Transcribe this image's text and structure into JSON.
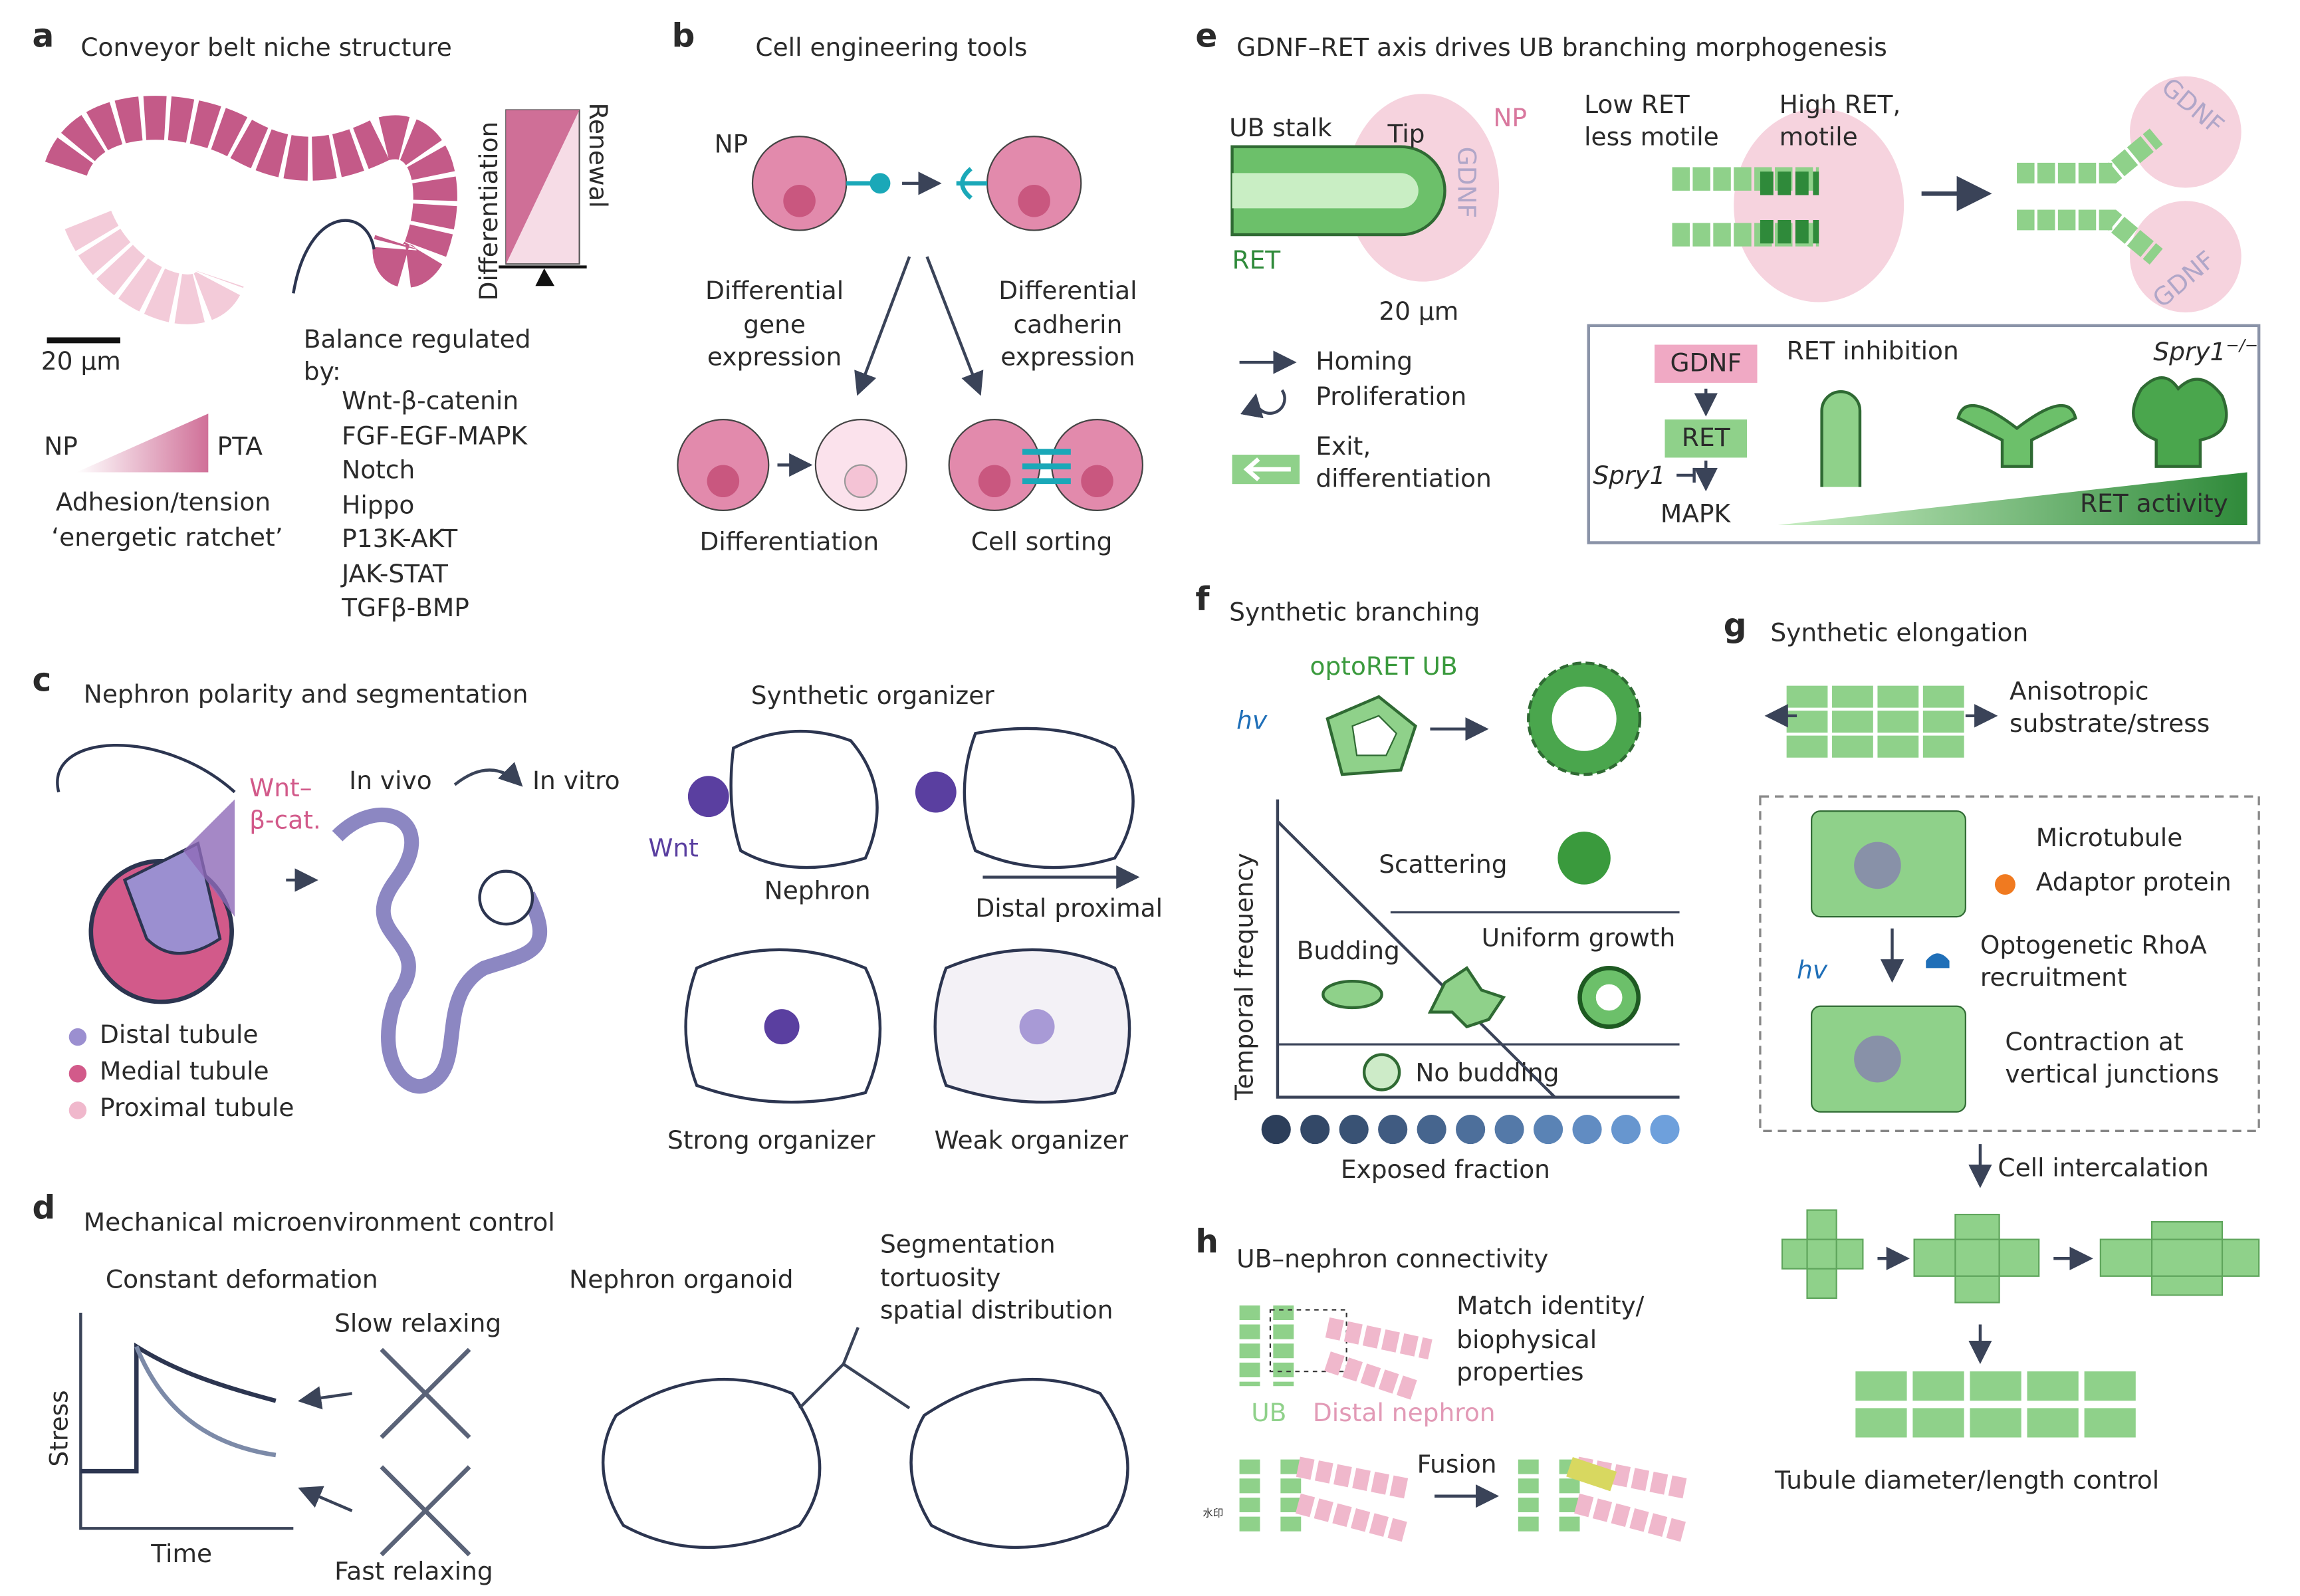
{
  "panels": {
    "a": {
      "letter": "a",
      "title": "Conveyor belt niche structure",
      "scale": "20 µm",
      "differentiation": "Differentiation",
      "renewal": "Renewal",
      "balance_title": "Balance regulated",
      "balance_by": "by:",
      "pathways": [
        "Wnt-β-catenin",
        "FGF-EGF-MAPK",
        "Notch",
        "Hippo",
        "P13K-AKT",
        "JAK-STAT",
        "TGFβ-BMP"
      ],
      "np": "NP",
      "pta": "PTA",
      "adhesion": "Adhesion/tension",
      "ratchet": "‘energetic ratchet’"
    },
    "b": {
      "letter": "b",
      "title": "Cell engineering tools",
      "np": "NP",
      "left_branch": [
        "Differential",
        "gene",
        "expression"
      ],
      "right_branch": [
        "Differential",
        "cadherin",
        "expression"
      ],
      "left_result": "Differentiation",
      "right_result": "Cell sorting"
    },
    "c": {
      "letter": "c",
      "title": "Nephron polarity and segmentation",
      "wnt": [
        "Wnt–",
        "β-cat."
      ],
      "in_vivo": "In vivo",
      "in_vitro": "In vitro",
      "legend": [
        {
          "label": "Distal tubule",
          "color": "#9b8fd0"
        },
        {
          "label": "Medial tubule",
          "color": "#d25a8a"
        },
        {
          "label": "Proximal tubule",
          "color": "#f0b8cc"
        }
      ],
      "organizer_title": "Synthetic organizer",
      "wnt_label": "Wnt",
      "nephron": "Nephron",
      "distal_proximal": "Distal proximal",
      "strong": "Strong organizer",
      "weak": "Weak organizer"
    },
    "d": {
      "letter": "d",
      "title": "Mechanical microenvironment control",
      "constant": "Constant deformation",
      "slow": "Slow relaxing",
      "fast": "Fast relaxing",
      "ylabel": "Stress",
      "xlabel": "Time",
      "organoid": "Nephron organoid",
      "segmentation": [
        "Segmentation",
        "tortuosity",
        "spatial distribution"
      ]
    },
    "e": {
      "letter": "e",
      "title": "GDNF–RET axis drives UB branching morphogenesis",
      "ub_stalk": "UB stalk",
      "tip": "Tip",
      "np": "NP",
      "gdnf": "GDNF",
      "ret": "RET",
      "scale": "20 µm",
      "low_ret": [
        "Low RET",
        "less motile"
      ],
      "high_ret": [
        "High RET,",
        "motile"
      ],
      "legend": [
        {
          "icon": "arrow-icon",
          "label": "Homing"
        },
        {
          "icon": "circular-arrow-icon",
          "label": "Proliferation"
        },
        {
          "icon": "green-arrow-icon",
          "label": [
            "Exit,",
            "differentiation"
          ]
        }
      ],
      "box": {
        "gdnf": "GDNF",
        "ret": "RET",
        "spry1": "Spry1",
        "mapk": "MAPK",
        "inhibition": "RET inhibition",
        "spry_ko": "Spry1",
        "spry_ko_sup": "−/−",
        "activity": "RET activity"
      }
    },
    "f": {
      "letter": "f",
      "title": "Synthetic branching",
      "optoret": "optoRET UB",
      "hv": "hv",
      "ylabel": "Temporal frequency",
      "regions": [
        "Scattering",
        "Uniform growth",
        "Budding",
        "No budding"
      ],
      "xlabel": "Exposed fraction"
    },
    "g": {
      "letter": "g",
      "title": "Synthetic elongation",
      "anisotropic": [
        "Anisotropic",
        "substrate/stress"
      ],
      "microtubule": "Microtubule",
      "adaptor": "Adaptor protein",
      "hv": "hv",
      "rhoa": [
        "Optogenetic RhoA",
        "recruitment"
      ],
      "contraction": [
        "Contraction at",
        "vertical junctions"
      ],
      "intercalation": "Cell intercalation",
      "control": "Tubule diameter/length control"
    },
    "h": {
      "letter": "h",
      "title": "UB–nephron connectivity",
      "match": [
        "Match identity/",
        "biophysical",
        "properties"
      ],
      "ub": "UB",
      "distal": "Distal nephron",
      "fusion": "Fusion",
      "watermark": "水印"
    }
  },
  "colors": {
    "pink": "#d9789e",
    "green": "#8fd18a",
    "dark_green": "#2f8a3a",
    "purple": "#5a3fa0",
    "navy": "#2c3550",
    "teal": "#1aa8b8"
  }
}
